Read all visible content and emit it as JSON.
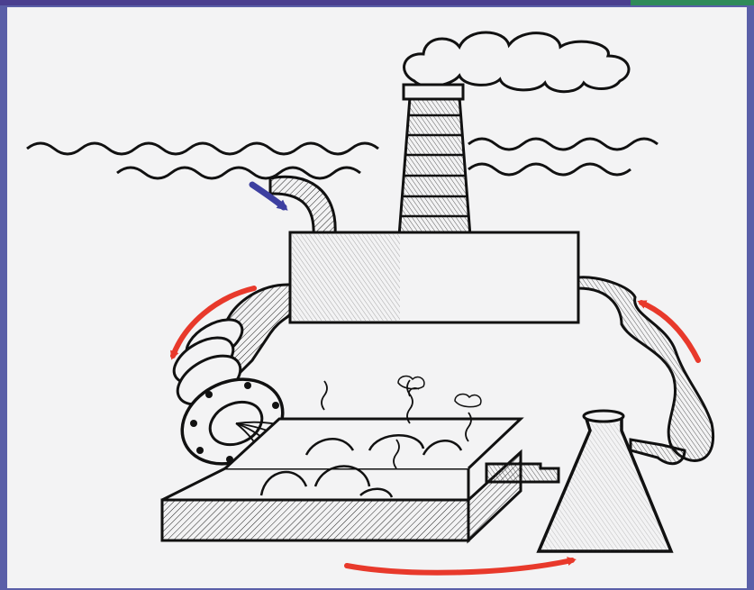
{
  "colors": {
    "frame_top": "#4a3f8f",
    "frame_top_right": "#2f8a5a",
    "frame_border": "#4a4f9a",
    "paper": "#f3f3f4",
    "ink": "#111111",
    "water_flow": "#3d3fa0",
    "circulation_flow": "#e8392b"
  },
  "icons": [
    "smoke-cloud",
    "factory-chimney",
    "factory-building",
    "water-intake-pipe",
    "coiled-outflow-hose",
    "settling-tank",
    "conical-flask",
    "connecting-pipes",
    "flow-arrows"
  ]
}
